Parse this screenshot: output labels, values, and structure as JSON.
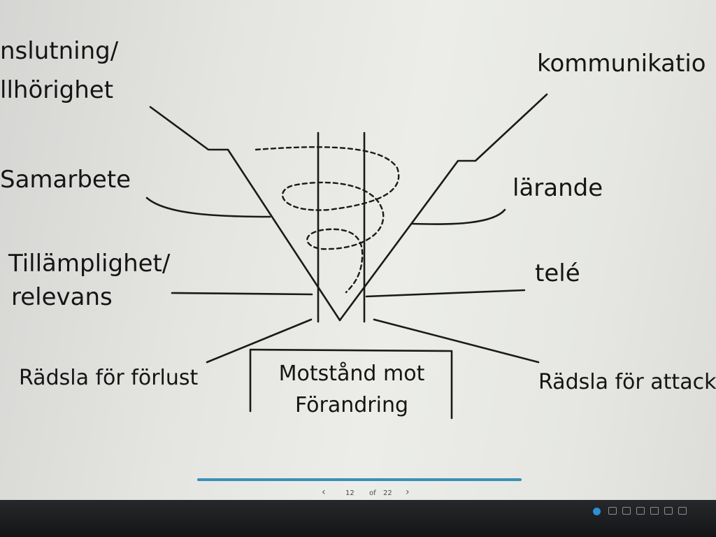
{
  "diagram": {
    "labels": {
      "top_left_line1": "nslutning/",
      "top_left_line2": "llhörighet",
      "top_right": "kommunikatio",
      "left_2": "Samarbete",
      "right_2": "lärande",
      "left_3_line1": "Tillämplighet/",
      "left_3_line2": "relevans",
      "right_3": "telé",
      "left_4": "Rädsla för förlust",
      "right_4": "Rädsla för attack",
      "center_line1": "Motstånd mot",
      "center_line2": "Förandring"
    }
  },
  "viewer": {
    "current_page": "12",
    "of_label": "of",
    "total_pages": "22",
    "prev_icon": "chevron-left-icon",
    "next_icon": "chevron-right-icon",
    "progress_color": "#3a8fb8"
  },
  "taskbar": {
    "tray_icons": [
      "network-icon",
      "display-icon",
      "battery-icon",
      "volume-icon",
      "notification-icon"
    ],
    "accent_color": "#2d8fd6"
  }
}
